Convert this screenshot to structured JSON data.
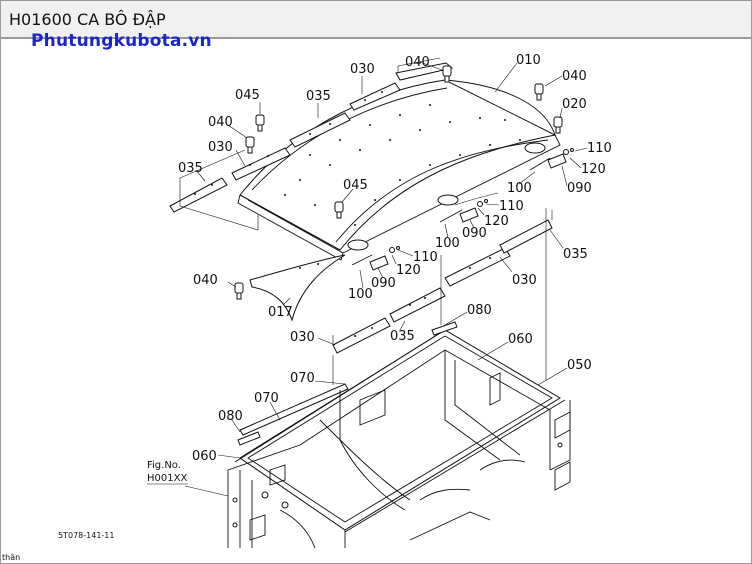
{
  "page": {
    "title": "H01600 CA BÔ ĐẬP",
    "watermark": "Phutungkubota.vn",
    "fig_label": "Fig.No.",
    "fig_number": "H001XX",
    "drawing_code": "5T078-141-11",
    "bottom_fragment": "thân"
  },
  "colors": {
    "watermark": "#1a27c8",
    "title_bg": "#f0f0f0",
    "border": "#9a9a9a"
  },
  "callouts": [
    {
      "id": "c1",
      "label": "030"
    },
    {
      "id": "c2",
      "label": "040"
    },
    {
      "id": "c3",
      "label": "010"
    },
    {
      "id": "c4",
      "label": "045"
    },
    {
      "id": "c5",
      "label": "035"
    },
    {
      "id": "c6",
      "label": "040"
    },
    {
      "id": "c7",
      "label": "040"
    },
    {
      "id": "c8",
      "label": "020"
    },
    {
      "id": "c9",
      "label": "030"
    },
    {
      "id": "c10",
      "label": "110"
    },
    {
      "id": "c11",
      "label": "035"
    },
    {
      "id": "c12",
      "label": "120"
    },
    {
      "id": "c13",
      "label": "045"
    },
    {
      "id": "c14",
      "label": "100"
    },
    {
      "id": "c15",
      "label": "090"
    },
    {
      "id": "c16",
      "label": "110"
    },
    {
      "id": "c17",
      "label": "120"
    },
    {
      "id": "c18",
      "label": "100"
    },
    {
      "id": "c19",
      "label": "090"
    },
    {
      "id": "c20",
      "label": "035"
    },
    {
      "id": "c21",
      "label": "110"
    },
    {
      "id": "c22",
      "label": "040"
    },
    {
      "id": "c23",
      "label": "120"
    },
    {
      "id": "c24",
      "label": "030"
    },
    {
      "id": "c25",
      "label": "100"
    },
    {
      "id": "c26",
      "label": "090"
    },
    {
      "id": "c27",
      "label": "017"
    },
    {
      "id": "c28",
      "label": "080"
    },
    {
      "id": "c29",
      "label": "030"
    },
    {
      "id": "c30",
      "label": "035"
    },
    {
      "id": "c31",
      "label": "060"
    },
    {
      "id": "c32",
      "label": "050"
    },
    {
      "id": "c33",
      "label": "070"
    },
    {
      "id": "c34",
      "label": "070"
    },
    {
      "id": "c35",
      "label": "080"
    },
    {
      "id": "c36",
      "label": "060"
    }
  ]
}
